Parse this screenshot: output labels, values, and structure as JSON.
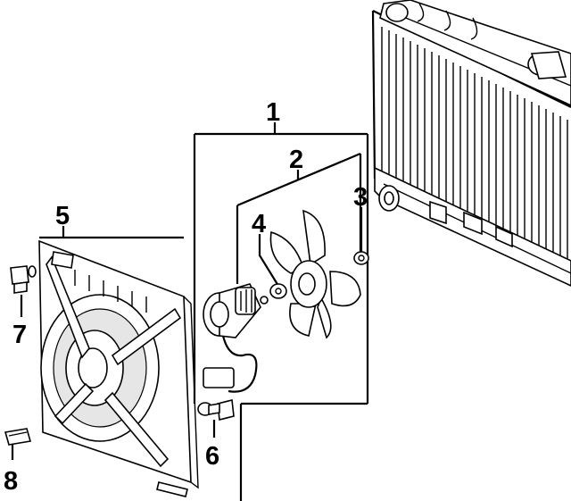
{
  "callouts": [
    {
      "id": "1",
      "text": "1",
      "part": "fan-motor-assembly"
    },
    {
      "id": "2",
      "text": "2",
      "part": "fan-motor"
    },
    {
      "id": "3",
      "text": "3",
      "part": "fan-blade-nut"
    },
    {
      "id": "4",
      "text": "4",
      "part": "washer"
    },
    {
      "id": "5",
      "text": "5",
      "part": "fan-shroud"
    },
    {
      "id": "6",
      "text": "6",
      "part": "bolt"
    },
    {
      "id": "7",
      "text": "7",
      "part": "temperature-switch"
    },
    {
      "id": "8",
      "text": "8",
      "part": "clip"
    }
  ]
}
